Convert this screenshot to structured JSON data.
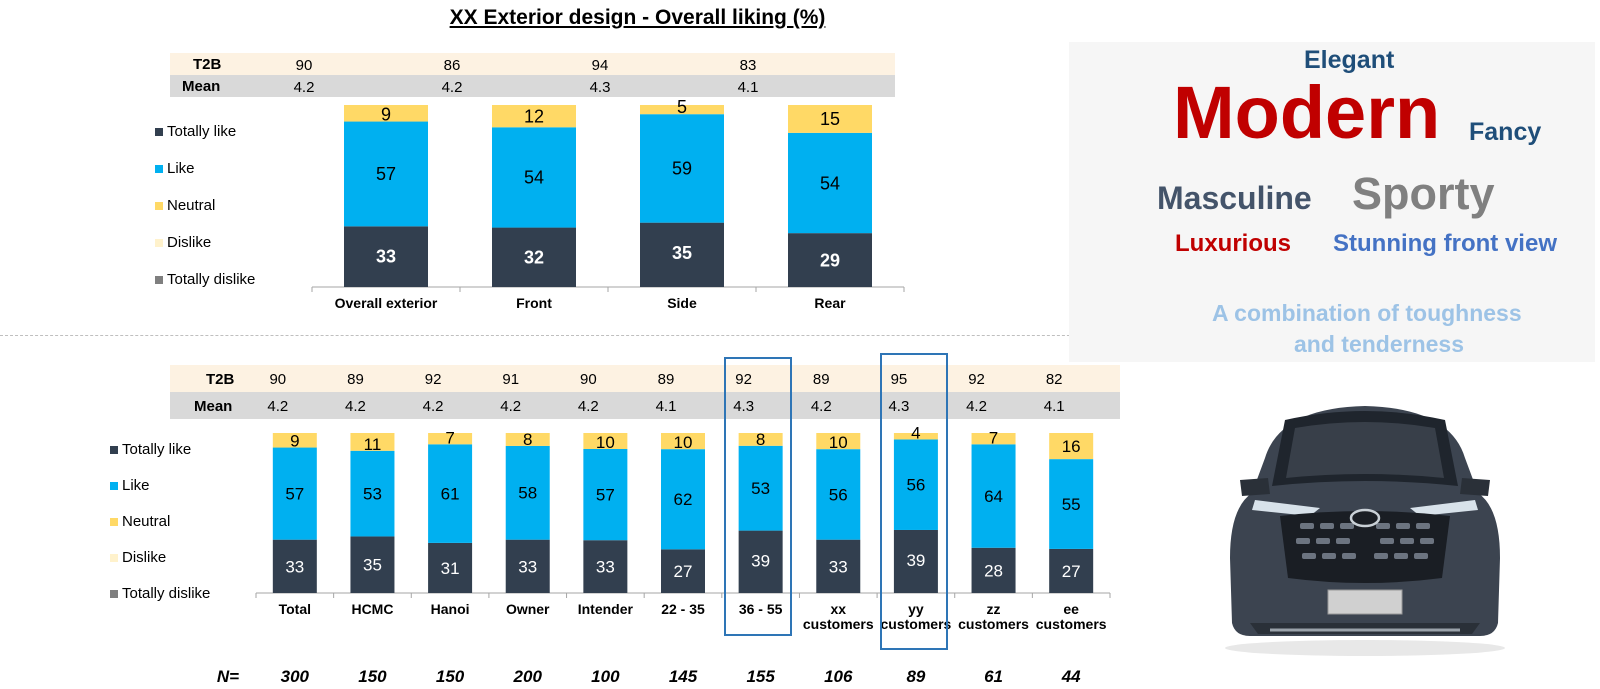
{
  "title": "XX Exterior design - Overall liking (%)",
  "colors": {
    "totally_like": "#323f4f",
    "like": "#00b0f0",
    "neutral": "#ffd966",
    "dislike": "#fff2cc",
    "totally_dislike": "#7f7f7f",
    "highlight_box": "#2e75b6"
  },
  "chart_data": [
    {
      "type": "bar",
      "stacked": true,
      "categories": [
        "Overall exterior",
        "Front",
        "Side",
        "Rear"
      ],
      "series": [
        {
          "name": "Totally like",
          "values": [
            33,
            32,
            35,
            29
          ]
        },
        {
          "name": "Like",
          "values": [
            57,
            54,
            59,
            54
          ]
        },
        {
          "name": "Neutral",
          "values": [
            9,
            12,
            5,
            15
          ]
        },
        {
          "name": "Dislike",
          "values": [
            null,
            null,
            null,
            null
          ]
        },
        {
          "name": "Totally dislike",
          "values": [
            null,
            null,
            null,
            null
          ]
        }
      ],
      "legend": "left",
      "t2b": {
        "label": "T2B",
        "values": [
          "90",
          "86",
          "94",
          "83"
        ]
      },
      "mean": {
        "label": "Mean",
        "values": [
          "4.2",
          "4.2",
          "4.3",
          "4.1"
        ]
      }
    },
    {
      "type": "bar",
      "stacked": true,
      "categories": [
        "Total",
        "HCMC",
        "Hanoi",
        "Owner",
        "Intender",
        "22 - 35",
        "36 - 55",
        "xx customers",
        "yy customers",
        "zz customers",
        "ee customers"
      ],
      "series": [
        {
          "name": "Totally like",
          "values": [
            33,
            35,
            31,
            33,
            33,
            27,
            39,
            33,
            39,
            28,
            27
          ]
        },
        {
          "name": "Like",
          "values": [
            57,
            53,
            61,
            58,
            57,
            62,
            53,
            56,
            56,
            64,
            55
          ]
        },
        {
          "name": "Neutral",
          "values": [
            9,
            11,
            7,
            8,
            10,
            10,
            8,
            10,
            4,
            7,
            16
          ]
        },
        {
          "name": "Dislike",
          "values": [
            null,
            null,
            null,
            null,
            null,
            null,
            null,
            null,
            null,
            null,
            null
          ]
        },
        {
          "name": "Totally dislike",
          "values": [
            null,
            null,
            null,
            null,
            null,
            null,
            null,
            null,
            null,
            null,
            null
          ]
        }
      ],
      "legend": "left",
      "t2b": {
        "label": "T2B",
        "values": [
          "90",
          "89",
          "92",
          "91",
          "90",
          "89",
          "92",
          "89",
          "95",
          "92",
          "82"
        ]
      },
      "mean": {
        "label": "Mean",
        "values": [
          "4.2",
          "4.2",
          "4.2",
          "4.2",
          "4.2",
          "4.1",
          "4.3",
          "4.2",
          "4.3",
          "4.2",
          "4.1"
        ]
      },
      "n": {
        "label": "N=",
        "values": [
          "300",
          "150",
          "150",
          "200",
          "100",
          "145",
          "155",
          "106",
          "89",
          "61",
          "44"
        ]
      },
      "highlighted_categories": [
        "36 - 55",
        "yy customers"
      ]
    }
  ],
  "word_cloud": [
    {
      "text": "Elegant",
      "color": "#1f4e79"
    },
    {
      "text": "Modern",
      "color": "#c00000"
    },
    {
      "text": "Fancy",
      "color": "#1f4e79"
    },
    {
      "text": "Masculine",
      "color": "#44546a"
    },
    {
      "text": "Sporty",
      "color": "#808080"
    },
    {
      "text": "Luxurious",
      "color": "#c00000"
    },
    {
      "text": "Stunning front view",
      "color": "#4472c4"
    },
    {
      "text": "A combination of toughness",
      "color": "#9dc3e6"
    },
    {
      "text": "and tenderness",
      "color": "#9dc3e6"
    }
  ],
  "image": {
    "icon": "suv-car-front-image"
  }
}
